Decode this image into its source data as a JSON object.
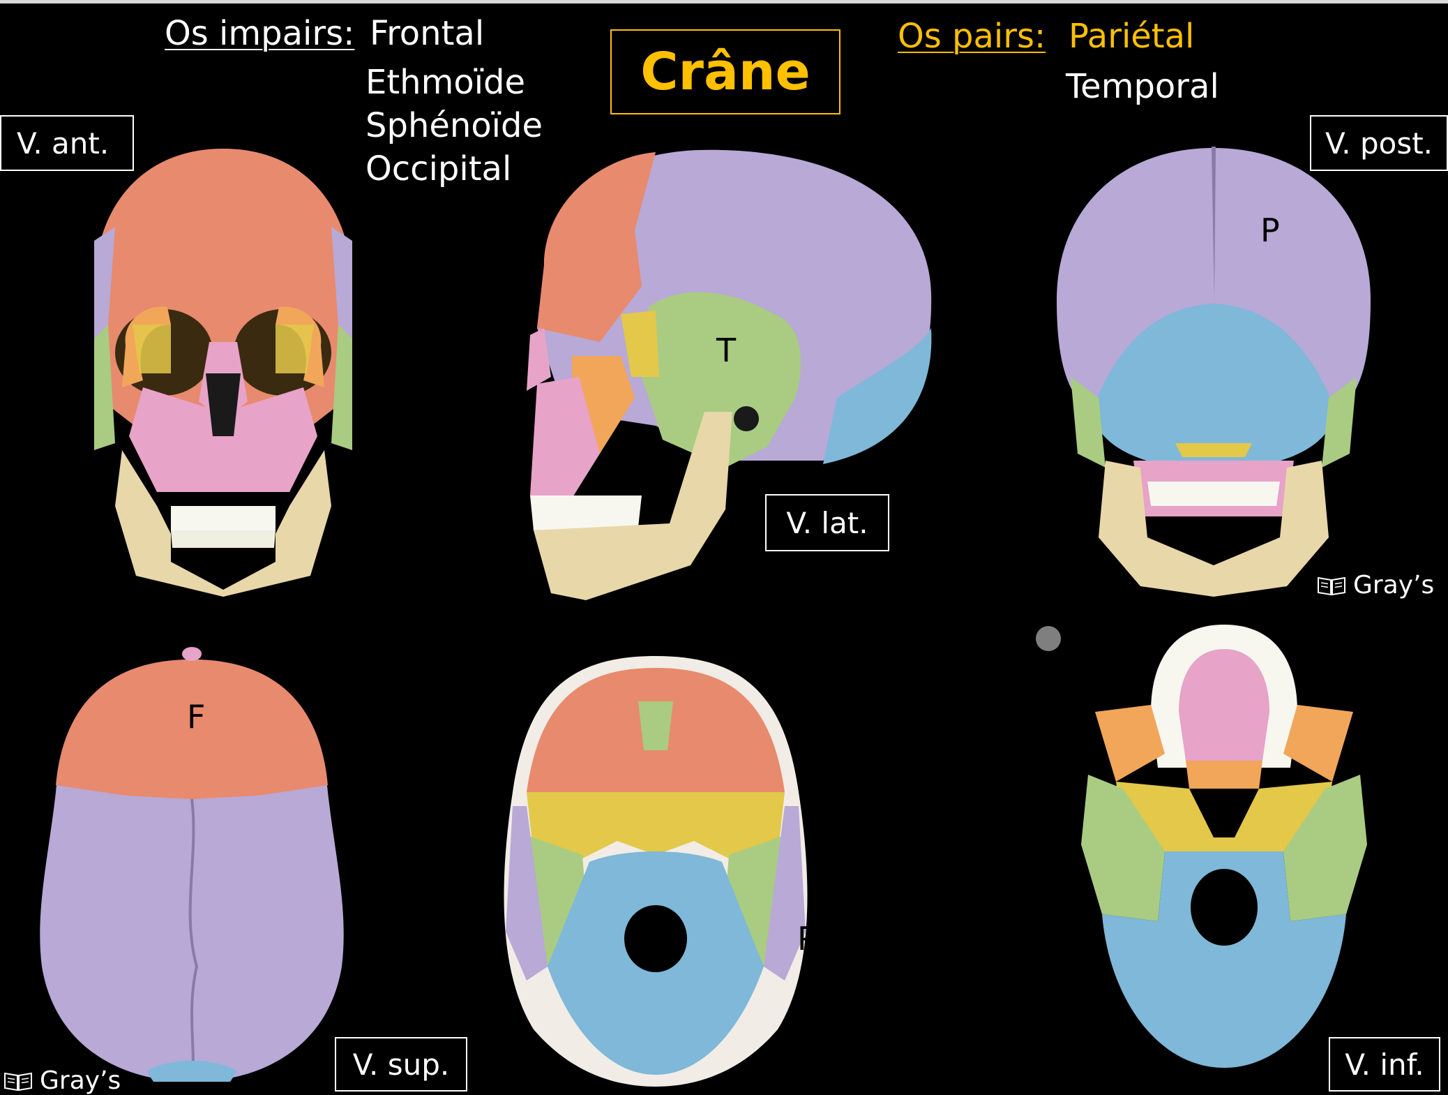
{
  "header": {
    "impairs_label": "Os impairs:",
    "impairs": [
      "Frontal",
      "Ethmoïde",
      "Sphénoïde",
      "Occipital"
    ],
    "pairs_label": "Os pairs:",
    "pairs": [
      "Pariétal",
      "Temporal"
    ],
    "title": "Crâne"
  },
  "views": {
    "anterior": "V. ant.",
    "lateral": "V. lat.",
    "posterior": "V. post.",
    "superior": "V. sup.",
    "inferior": "V. inf."
  },
  "labels": {
    "temporal": "T",
    "parietal": "P",
    "frontal": "F"
  },
  "credit": "Gray’s",
  "colors": {
    "frontal": "#e88a6e",
    "parietal": "#b8a9d6",
    "temporal": "#a9cc82",
    "sphenoid": "#e3c84a",
    "occipital": "#7fb8d8",
    "maxilla": "#e7a3c8",
    "zygomatic": "#f2a65a",
    "mandible": "#e8d7a8",
    "accent": "#ffc000"
  }
}
